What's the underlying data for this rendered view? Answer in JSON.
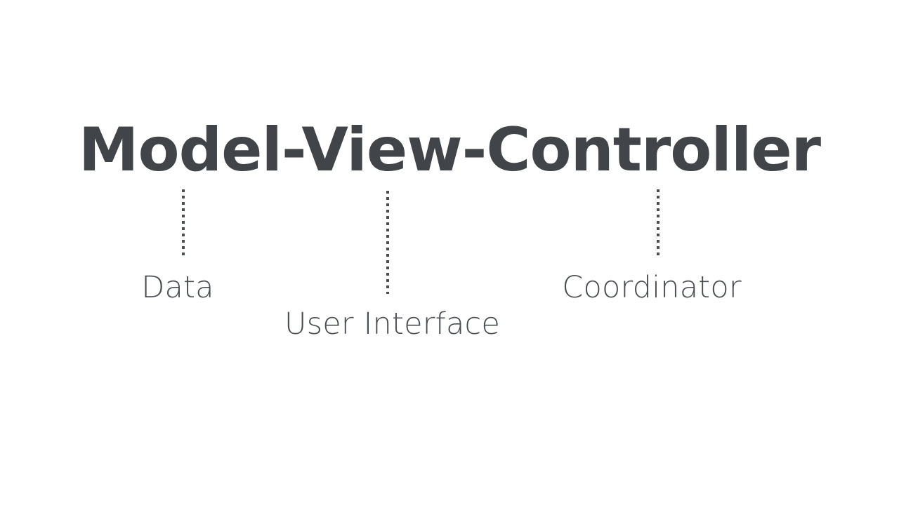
{
  "slide": {
    "background_color": "#ffffff",
    "title": "Model-View-Controller",
    "title_color": "#414549",
    "label_color": "#4a4d52",
    "connector_color": "#4a4d52"
  },
  "components": [
    {
      "key": "model",
      "term": "Model",
      "label": "Data",
      "connector": "dotted-vertical-line"
    },
    {
      "key": "view",
      "term": "View",
      "label": "User Interface",
      "connector": "dotted-vertical-line"
    },
    {
      "key": "controller",
      "term": "Controller",
      "label": "Coordinator",
      "connector": "dotted-vertical-line"
    }
  ]
}
